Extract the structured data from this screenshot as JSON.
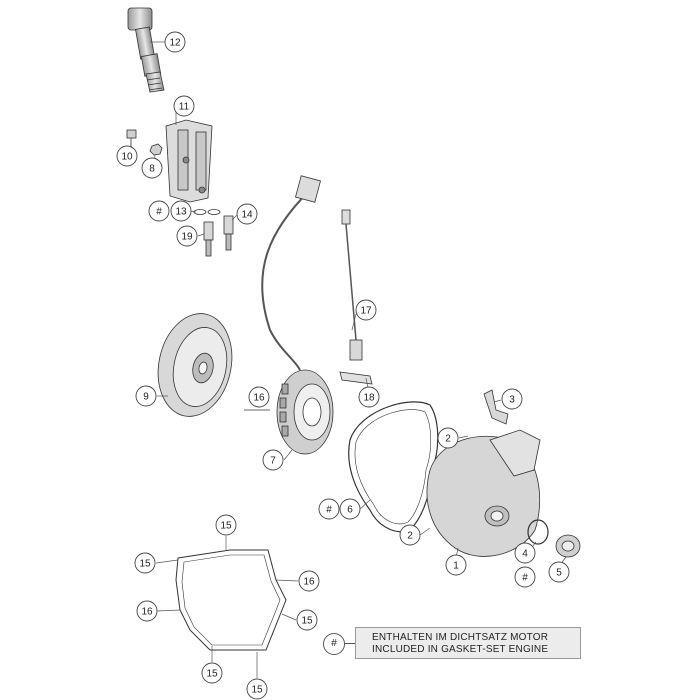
{
  "callouts": [
    {
      "id": "c12",
      "label": "12"
    },
    {
      "id": "c11",
      "label": "11"
    },
    {
      "id": "c10",
      "label": "10"
    },
    {
      "id": "c8",
      "label": "8"
    },
    {
      "id": "c13h",
      "label": "#"
    },
    {
      "id": "c13",
      "label": "13"
    },
    {
      "id": "c14",
      "label": "14"
    },
    {
      "id": "c19",
      "label": "19"
    },
    {
      "id": "c9",
      "label": "9"
    },
    {
      "id": "c16a",
      "label": "16"
    },
    {
      "id": "c7",
      "label": "7"
    },
    {
      "id": "c17",
      "label": "17"
    },
    {
      "id": "c18",
      "label": "18"
    },
    {
      "id": "c3",
      "label": "3"
    },
    {
      "id": "c2a",
      "label": "2"
    },
    {
      "id": "c6h",
      "label": "#"
    },
    {
      "id": "c6",
      "label": "6"
    },
    {
      "id": "c2b",
      "label": "2"
    },
    {
      "id": "c1",
      "label": "1"
    },
    {
      "id": "c4",
      "label": "4"
    },
    {
      "id": "c4h",
      "label": "#"
    },
    {
      "id": "c5",
      "label": "5"
    },
    {
      "id": "c15a",
      "label": "15"
    },
    {
      "id": "c15b",
      "label": "15"
    },
    {
      "id": "c16b",
      "label": "16"
    },
    {
      "id": "c16c",
      "label": "16"
    },
    {
      "id": "c15c",
      "label": "15"
    },
    {
      "id": "c15d",
      "label": "15"
    },
    {
      "id": "c15e",
      "label": "15"
    }
  ],
  "legend": {
    "symbol": "#",
    "line1": "ENTHALTEN IM DICHTSATZ MOTOR",
    "line2": "INCLUDED IN GASKET-SET ENGINE"
  }
}
